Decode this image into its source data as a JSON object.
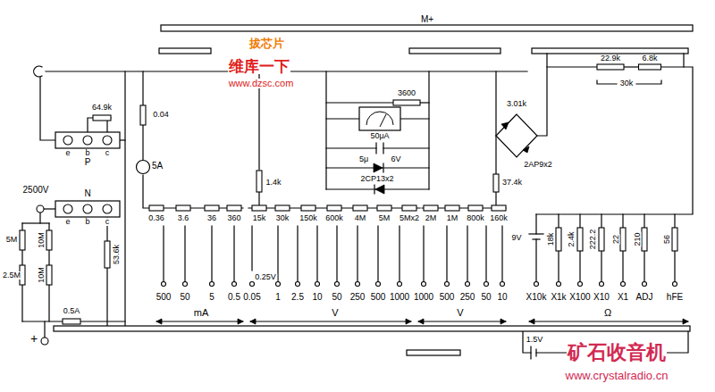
{
  "diagram": {
    "nodes": [
      {
        "text": [
          "e",
          "b",
          "c",
          "P"
        ]
      },
      {
        "text": [
          "N",
          "e",
          "b",
          "c"
        ]
      },
      {
        "text": [
          "50μA"
        ]
      },
      {
        "text": [
          "5A"
        ]
      }
    ],
    "labels": [
      "M+",
      "拔芯片",
      "维库一下",
      "www.dzsc.com",
      "64.9k",
      "0.04",
      "1.4k",
      "3600",
      "5μ",
      "6V",
      "2CP13x2",
      "3.01k",
      "2AP9x2",
      "37.4k",
      "22.9k",
      "6.8k",
      "30k",
      "2500V",
      "5M",
      "10M",
      "2.5M",
      "10M",
      "53.6k",
      "0.5A",
      "+",
      "0.36",
      "3.6",
      "36",
      "360",
      "15k",
      "30k",
      "150k",
      "600k",
      "4M",
      "5M",
      "5Mx2",
      "2M",
      "1M",
      "800k",
      "160k",
      "9V",
      "18k",
      "2.4k",
      "222.2",
      "22",
      "210",
      "56",
      "0.25V",
      "500",
      "50",
      "5",
      "0.5",
      "0.05",
      "1",
      "2.5",
      "10",
      "50",
      "250",
      "500",
      "1000",
      "1000",
      "500",
      "250",
      "50",
      "10",
      "X10k",
      "X1k",
      "X100",
      "X10",
      "X1",
      "ADJ",
      "hFE",
      "mA",
      "V",
      "V",
      "Ω",
      "1.5V",
      "矿石收音机",
      "www.crystalradio.cn"
    ]
  }
}
